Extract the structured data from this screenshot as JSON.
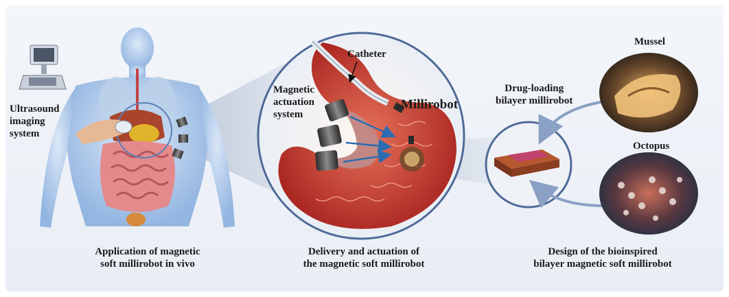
{
  "labels": {
    "ultrasound": [
      "Ultrasound",
      "imaging",
      "system"
    ],
    "catheter": "Catheter",
    "magnetic_actuation": [
      "Magnetic",
      "actuation",
      "system"
    ],
    "millirobot": "Millirobot",
    "drug_loading": [
      "Drug-loading",
      "bilayer millirobot"
    ],
    "mussel": "Mussel",
    "octopus": "Octopus"
  },
  "captions": {
    "left": [
      "Application of magnetic",
      "soft millirobot in vivo"
    ],
    "middle": [
      "Delivery and actuation of",
      "the magnetic soft millirobot"
    ],
    "right": [
      "Design of the bioinspired",
      "bilayer magnetic soft millirobot"
    ]
  },
  "colors": {
    "body": "#8fb3e0",
    "stomach": "#c8322c",
    "arrow": "#2b6cb0",
    "frame": "#6f83a8"
  }
}
